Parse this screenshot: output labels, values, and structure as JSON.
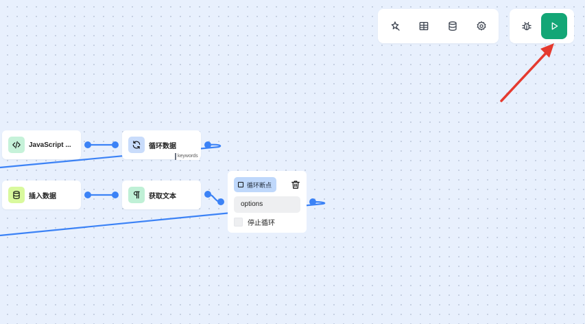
{
  "toolbar": {
    "tools": [
      {
        "icon": "magic-wand-icon"
      },
      {
        "icon": "table-icon"
      },
      {
        "icon": "database-icon"
      },
      {
        "icon": "gear-icon"
      }
    ],
    "actions": [
      {
        "icon": "bug-icon"
      },
      {
        "icon": "play-icon"
      }
    ]
  },
  "nodes": [
    {
      "label": "JavaScript ...",
      "icon": "code-icon",
      "icon_bg": "#c6f2d9"
    },
    {
      "label": "循环数据",
      "icon": "loop-icon",
      "icon_bg": "#c9dcfb",
      "tag": "keywords"
    },
    {
      "label": "插入数据",
      "icon": "database-icon",
      "icon_bg": "#d9f99d"
    },
    {
      "label": "获取文本",
      "icon": "paragraph-icon",
      "icon_bg": "#bff0d6"
    }
  ],
  "loop_breakpoint": {
    "title": "循环断点",
    "field_value": "options",
    "checkbox_label": "停止循环"
  },
  "colors": {
    "edge": "#3b82f6",
    "run_button": "#13a676",
    "annotation_arrow": "#e53a2f"
  }
}
